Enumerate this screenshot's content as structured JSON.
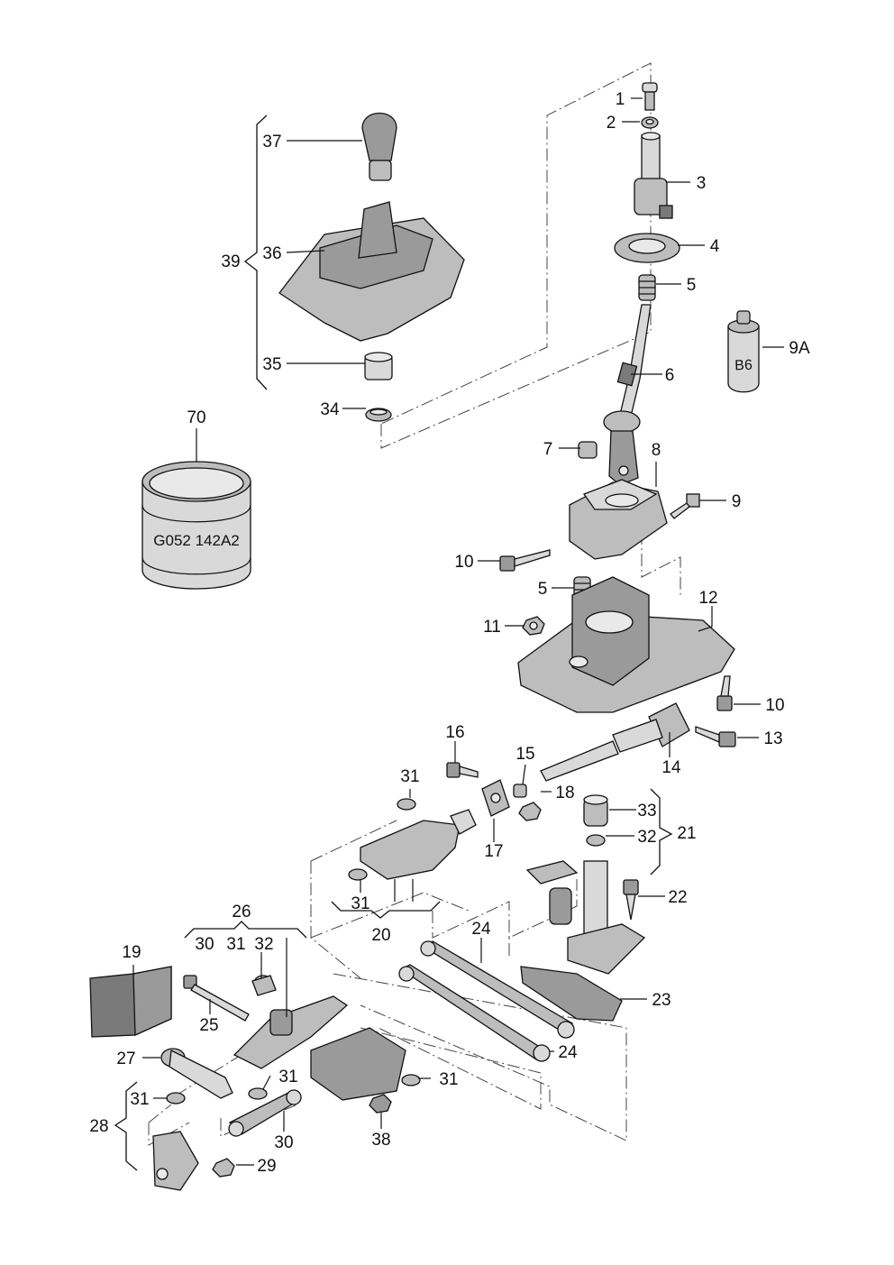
{
  "callouts": [
    "1",
    "2",
    "3",
    "4",
    "5",
    "6",
    "7",
    "8",
    "9",
    "9A",
    "10",
    "11",
    "12",
    "13",
    "14",
    "15",
    "16",
    "17",
    "18",
    "19",
    "20",
    "21",
    "22",
    "23",
    "24",
    "25",
    "26",
    "27",
    "28",
    "29",
    "30",
    "31",
    "32",
    "33",
    "34",
    "35",
    "36",
    "37",
    "38",
    "39",
    "70"
  ],
  "parts": {
    "grease_can_label": "G052 142A2",
    "bottle_label": "B6"
  },
  "colors": {
    "ink": "#111111",
    "part_fill": "#bdbdbd",
    "background": "#ffffff"
  }
}
